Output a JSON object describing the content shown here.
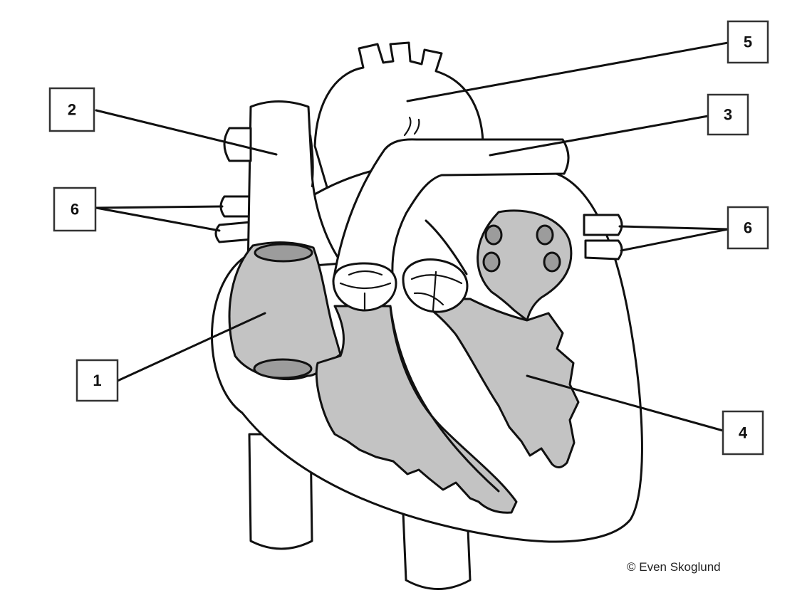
{
  "diagram": {
    "labels": [
      "1",
      "2",
      "3",
      "4",
      "5",
      "6",
      "6"
    ],
    "credit": "© Even Skoglund"
  }
}
